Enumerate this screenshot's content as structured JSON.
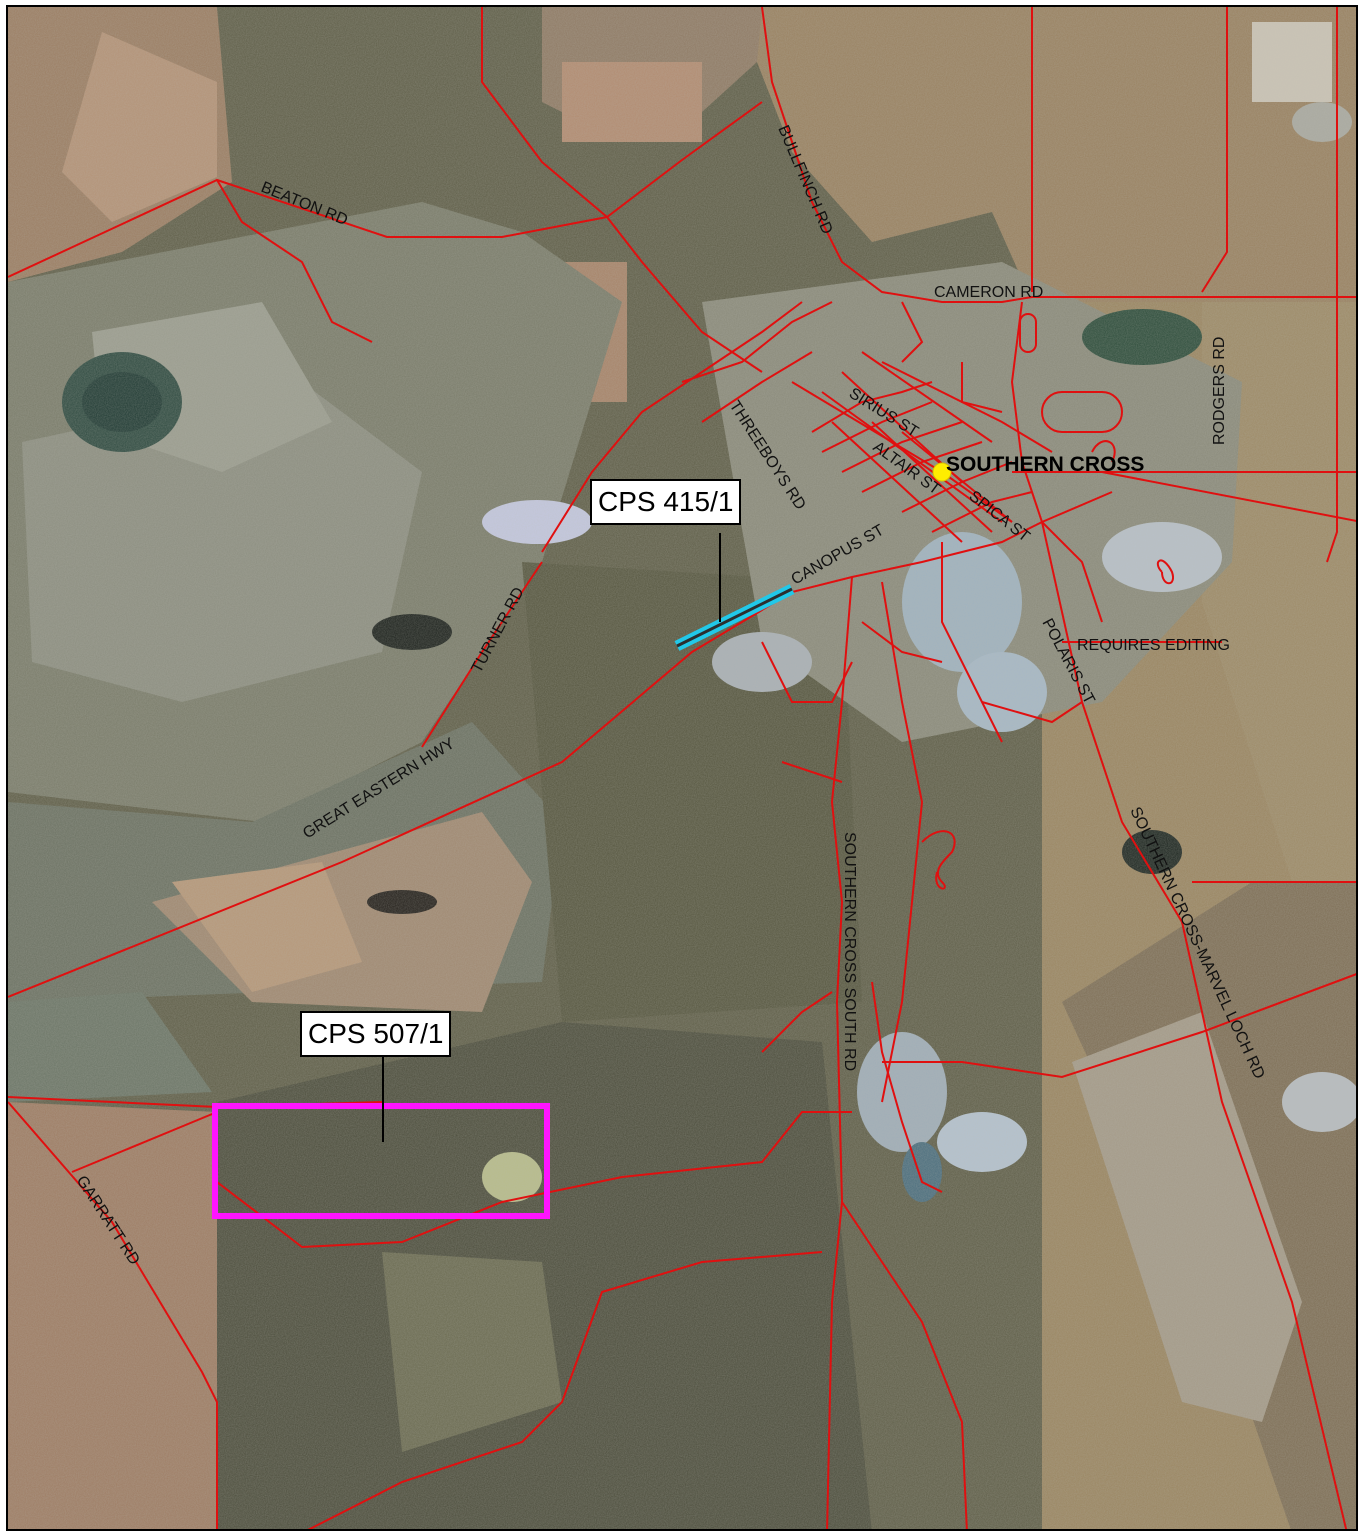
{
  "map": {
    "town": "SOUTHERN CROSS",
    "roads": {
      "beaton": "BEATON RD",
      "bullfinch": "BULLFINCH RD",
      "cameron": "CAMERON RD",
      "rodgers": "RODGERS RD",
      "sirius": "SIRIUS ST",
      "altair": "ALTAIR ST",
      "spica": "SPICA ST",
      "threeboys": "THREEBOYS RD",
      "canopus": "CANOPUS ST",
      "turner": "TURNER RD",
      "requires_editing": "REQUIRES EDITING",
      "polaris": "POLARIS ST",
      "great_eastern": "GREAT EASTERN HWY",
      "southern_cross_south": "SOUTHERN CROSS SOUTH RD",
      "marvel_loch": "SOUTHERN CROSS-MARVEL LOCH RD",
      "garratt": "GARRATT RD"
    },
    "callouts": {
      "cps415": "CPS 415/1",
      "cps507": "CPS 507/1"
    },
    "colors": {
      "roads": "#e01010",
      "cps415_area": "#22c8e8",
      "cps507_area": "#ff14ff",
      "town_marker": "#ffee00"
    }
  }
}
